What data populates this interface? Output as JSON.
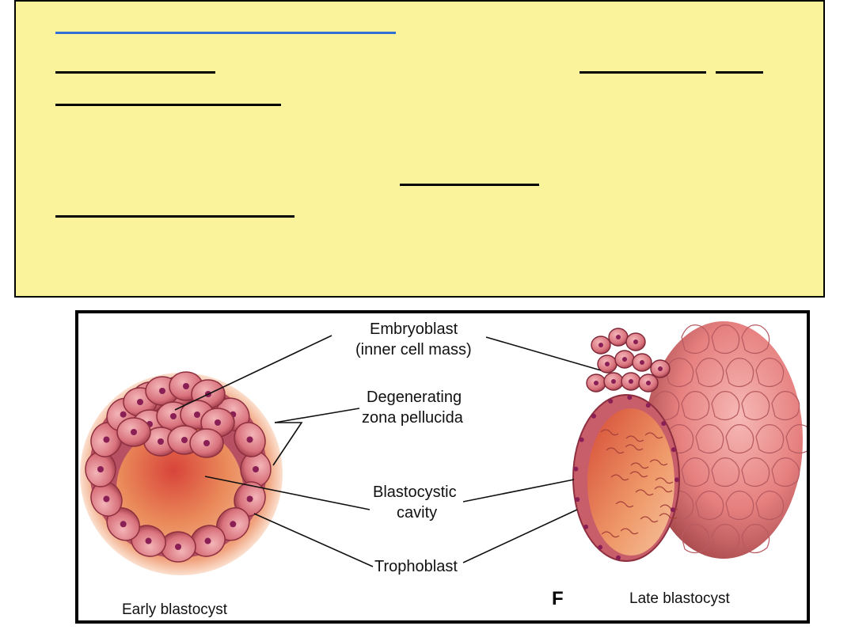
{
  "text_panel": {
    "background": "#fbf39b",
    "link_color": "#2f6fd6"
  },
  "figure": {
    "labels": {
      "embryoblast_line1": "Embryoblast",
      "embryoblast_line2": "(inner cell mass)",
      "degenerating_line1": "Degenerating",
      "degenerating_line2": "zona pellucida",
      "cavity_line1": "Blastocystic",
      "cavity_line2": "cavity",
      "trophoblast": "Trophoblast"
    },
    "captions": {
      "early": "Early blastocyst",
      "late": "Late blastocyst",
      "panel_letter": "F"
    },
    "colors": {
      "zona": "#f2a27a",
      "cell": "#d9707a",
      "nucleus": "#8a1f55",
      "cavity": "#c8473a",
      "late_surface": "#e88a8a"
    }
  }
}
